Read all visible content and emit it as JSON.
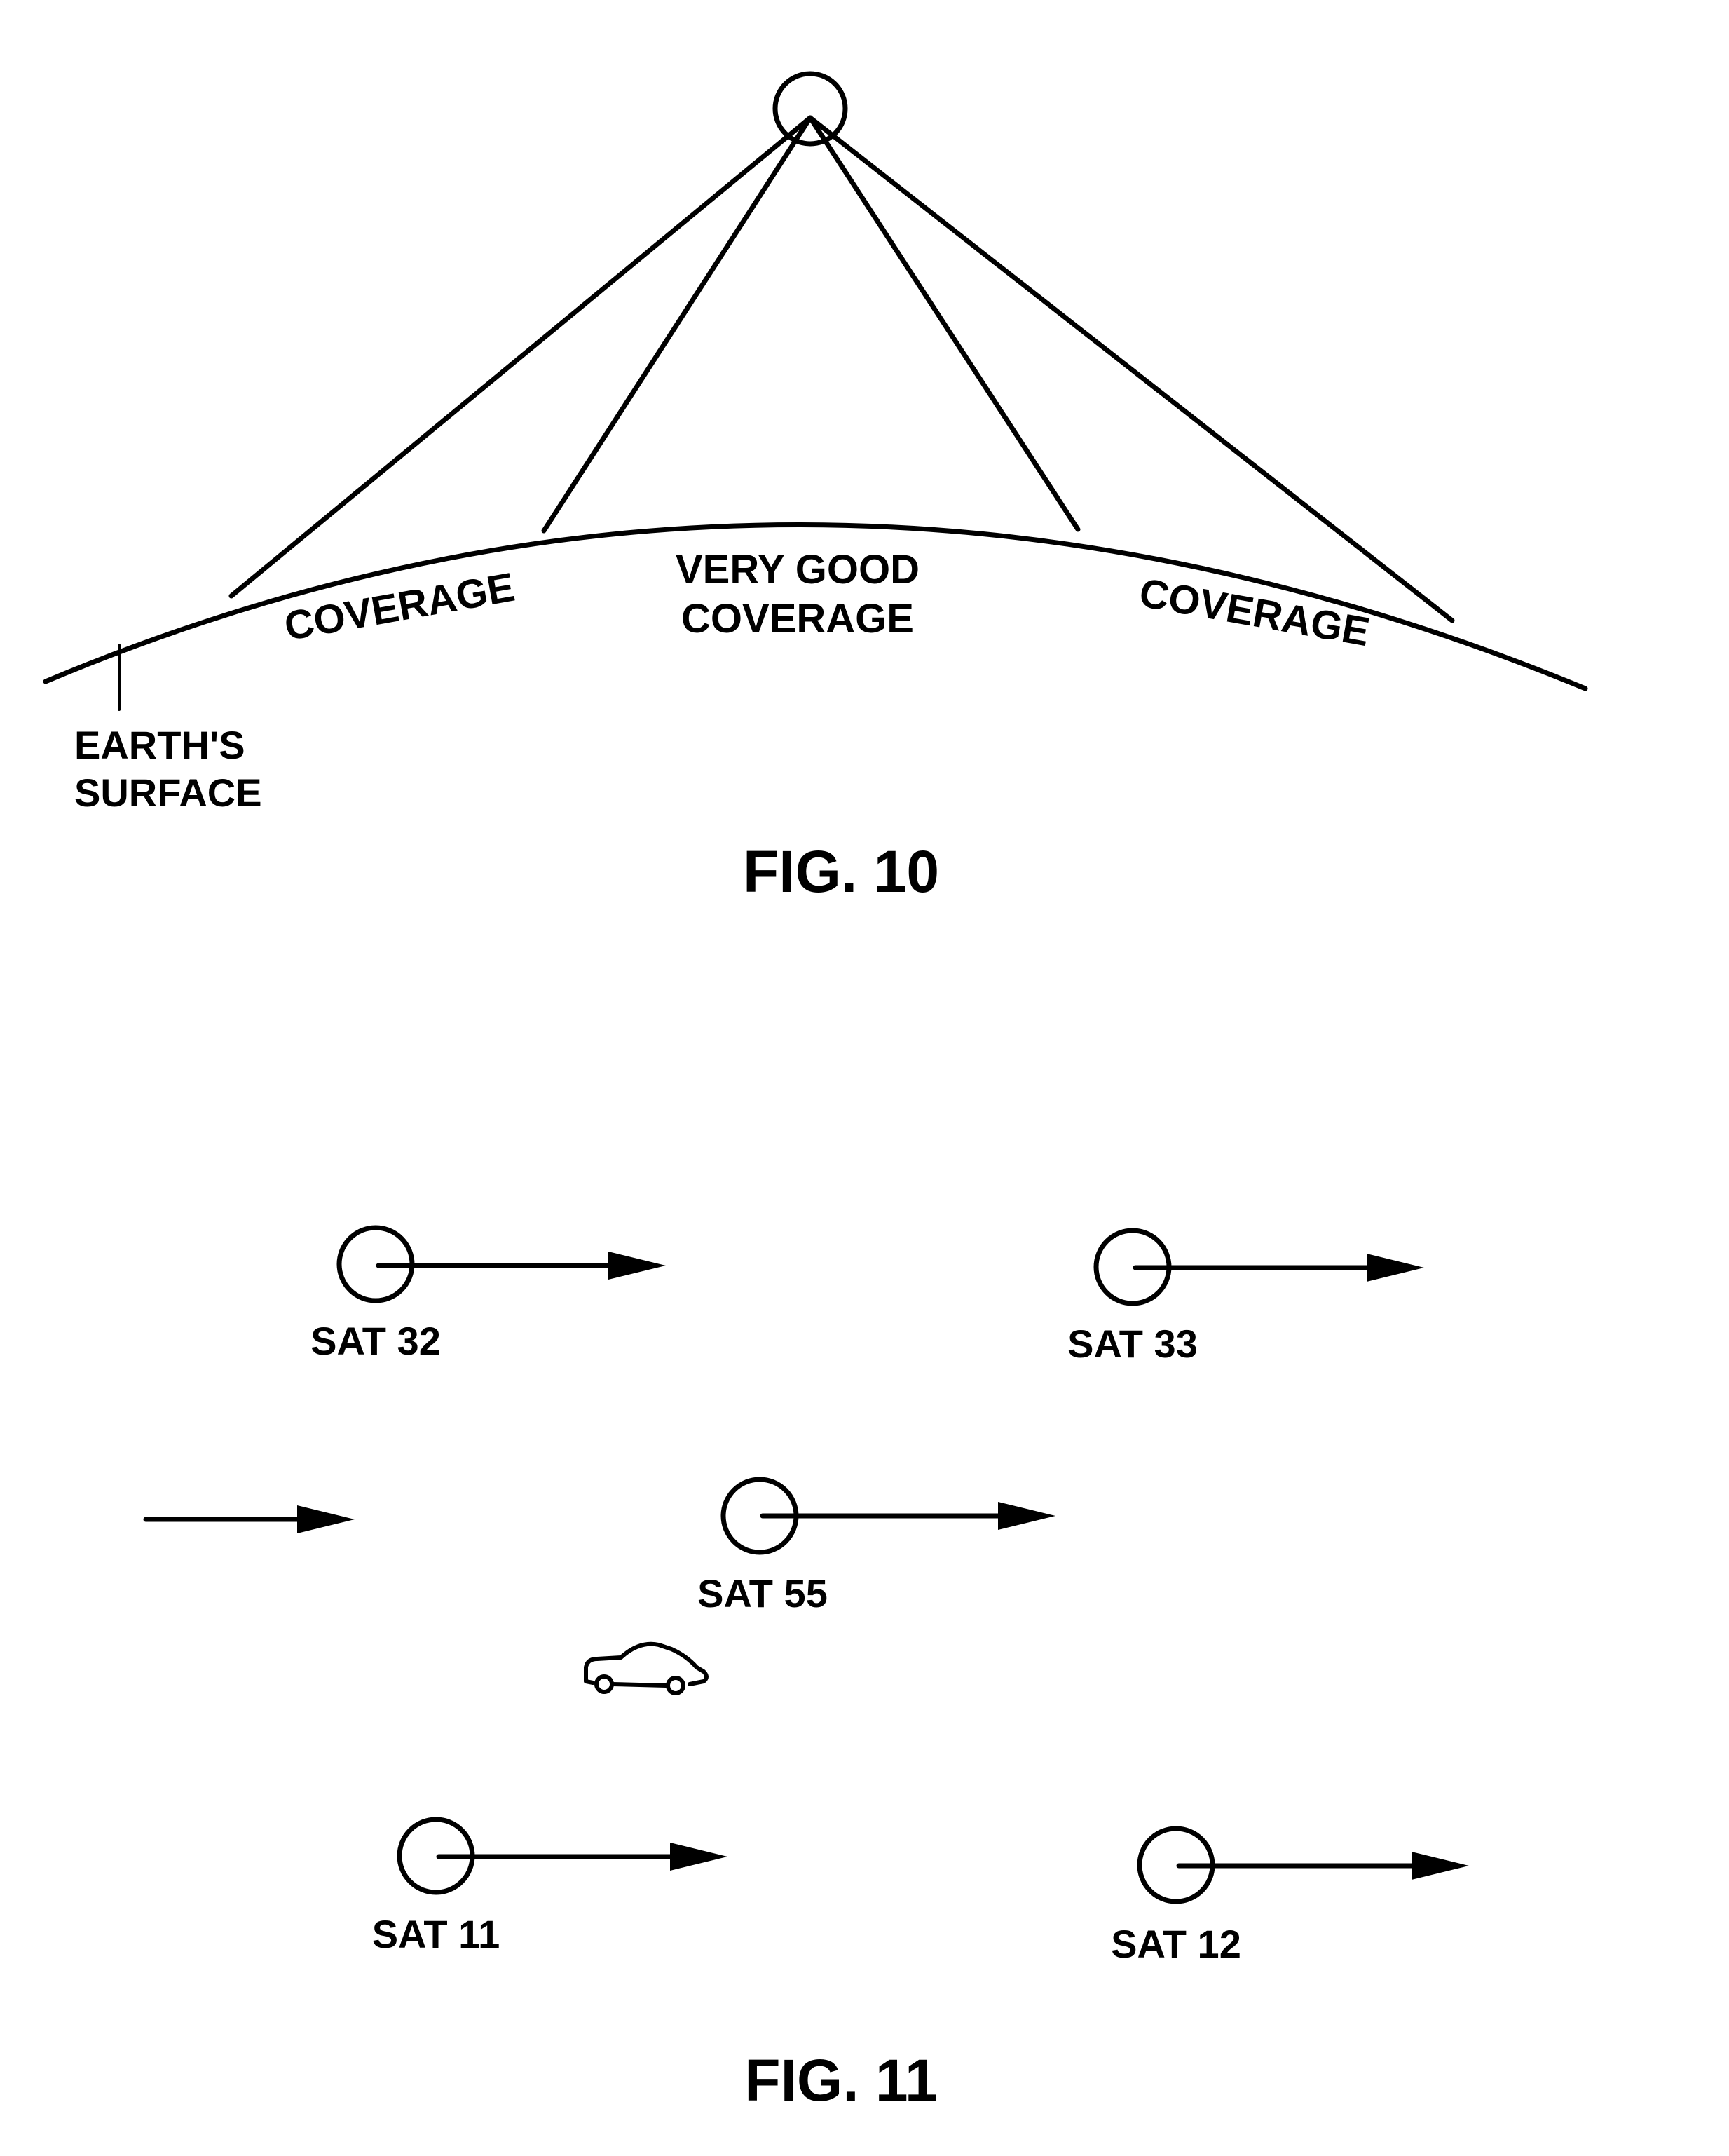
{
  "fig10": {
    "caption": "FIG. 10",
    "labels": {
      "coverage_left": "COVERAGE",
      "center_line1": "VERY GOOD",
      "center_line2": "COVERAGE",
      "coverage_right": "COVERAGE",
      "surface_line1": "EARTH'S",
      "surface_line2": "SURFACE"
    }
  },
  "fig11": {
    "caption": "FIG. 11",
    "satellites": {
      "sat32": "SAT 32",
      "sat33": "SAT 33",
      "sat55": "SAT 55",
      "sat11": "SAT 11",
      "sat12": "SAT 12"
    },
    "icons": [
      "satellite-icon",
      "arrow-icon",
      "car-icon"
    ]
  }
}
